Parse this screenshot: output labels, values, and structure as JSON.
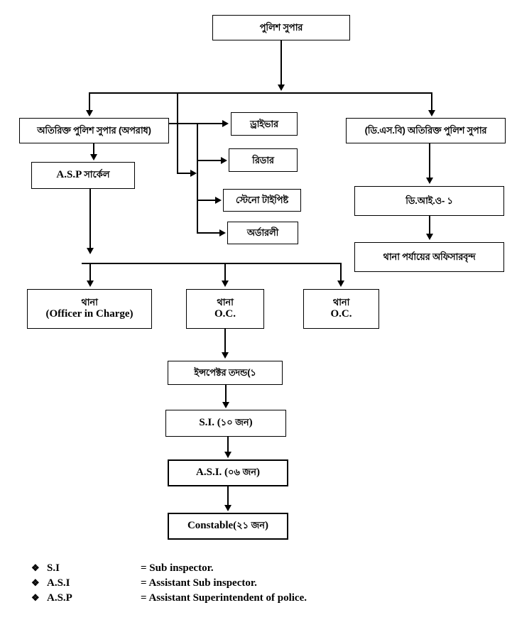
{
  "title": "Police Organizational Hierarchy Chart",
  "nodes": {
    "police_super": {
      "label": "পুলিশ সুপার"
    },
    "addl_sp_crime": {
      "label": "অতিরিক্ত পুলিশ সুপার (অপরাধ)"
    },
    "asp_circle": {
      "label": "A.S.P ",
      "label_bn": "সার্কেল"
    },
    "driver": {
      "label": "ড্রাইভার"
    },
    "reader": {
      "label": "রিডার"
    },
    "steno_typist": {
      "label": "স্টেনো টাইপিষ্ট"
    },
    "orderly": {
      "label": "অর্ডারলী"
    },
    "dsb_addl_sp": {
      "label": "(ডি.এস.বি) অতিরিক্ত পুলিশ সুপার"
    },
    "dio_1": {
      "label": "ডি.আই.ও- ১"
    },
    "thana_level_officers": {
      "label": "থানা পর্যায়ের অফিসারবৃন্দ"
    },
    "thana_oic": {
      "line1": "থানা",
      "line2": "(Officer in Charge)"
    },
    "thana_oc_1": {
      "line1": "থানা",
      "line2": "O.C."
    },
    "thana_oc_2": {
      "line1": "থানা",
      "line2": "O.C."
    },
    "inspector_investigation": {
      "label": "ইন্সপেক্টর তদন্ড(১"
    },
    "si": {
      "label": "S.I. (",
      "label_bn": "১০ জন",
      "label_end": ")"
    },
    "asi": {
      "label": "A.S.I. (",
      "label_bn": "০৬ জন",
      "label_end": ")"
    },
    "constable": {
      "label": "Constable(",
      "label_bn": "২১ জন",
      "label_end": ")"
    }
  },
  "legend": {
    "bullet": "❖",
    "items": [
      {
        "term": "S.I",
        "definition": "= Sub inspector."
      },
      {
        "term": "A.S.I",
        "definition": "= Assistant Sub inspector."
      },
      {
        "term": "A.S.P",
        "definition": "= Assistant Superintendent of police."
      }
    ]
  },
  "colors": {
    "line": "#000000",
    "box_border": "#000000",
    "background": "#ffffff",
    "text": "#000000"
  }
}
